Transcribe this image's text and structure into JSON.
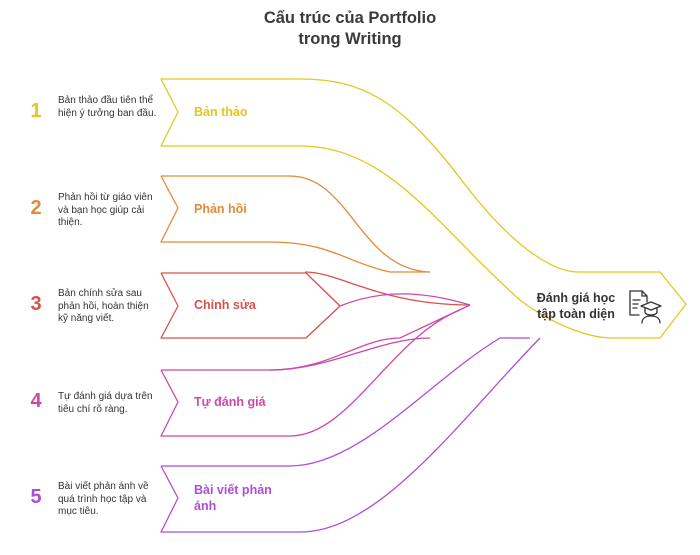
{
  "title_line1": "Cấu trúc của Portfolio",
  "title_line2": "trong Writing",
  "stages": [
    {
      "number": "1",
      "label": "Bản thảo",
      "desc": "Bản thảo đầu tiên thể hiện ý tưởng ban đầu.",
      "color": "#e3c71f"
    },
    {
      "number": "2",
      "label": "Phản hồi",
      "desc": "Phản hồi từ giáo viên và bạn học giúp cải thiện.",
      "color": "#e08b39"
    },
    {
      "number": "3",
      "label": "Chỉnh sửa",
      "desc": "Bản chính sửa sau phản hồi, hoàn thiện kỹ năng viết.",
      "color": "#d9504c"
    },
    {
      "number": "4",
      "label": "Tự đánh giá",
      "desc": "Tự đánh giá dựa trên tiêu chí rõ ràng.",
      "color": "#cc49a6"
    },
    {
      "number": "5",
      "label": "Bài viết phản ánh",
      "desc": "Bài viết phản ánh về quá trình học tập và mục tiêu.",
      "color": "#ac4ed6"
    }
  ],
  "outcome": {
    "label": "Đánh giá học tập toàn diện",
    "icon": "graduate-certificate-icon",
    "color": "#e3c71f"
  }
}
